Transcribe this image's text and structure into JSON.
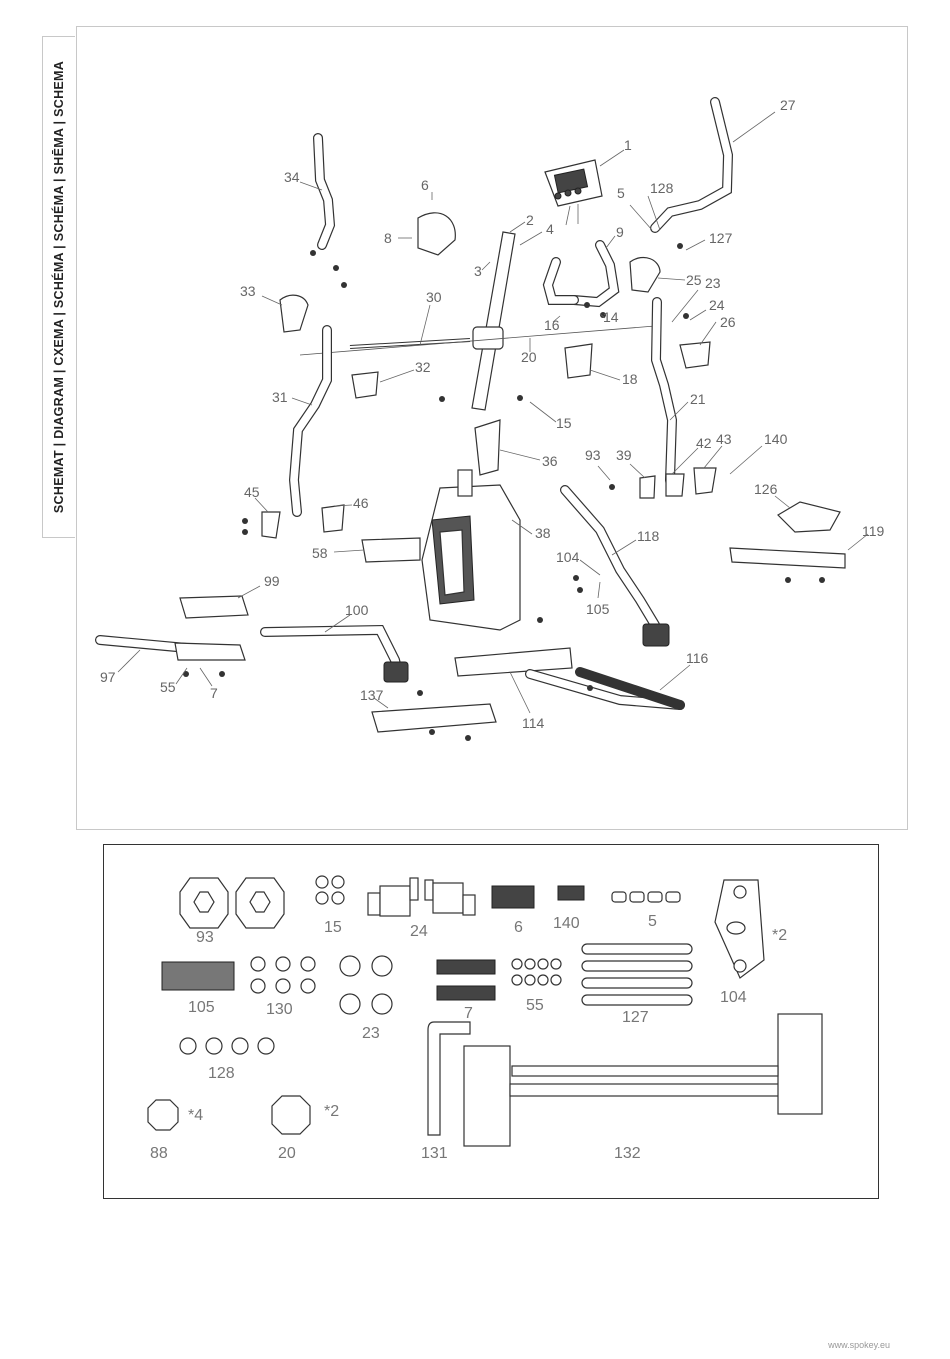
{
  "side_tab": {
    "text": "SCHEMAT | DIAGRAM | CXEMA | SCHÉMA | SCHÉMA | SHĒMA | SCHEMA"
  },
  "diagram": {
    "parts": [
      {
        "id": "1",
        "label": "1"
      },
      {
        "id": "27",
        "label": "27"
      },
      {
        "id": "128",
        "label": "128"
      },
      {
        "id": "5",
        "label": "5"
      },
      {
        "id": "34",
        "label": "34"
      },
      {
        "id": "6",
        "label": "6"
      },
      {
        "id": "8",
        "label": "8"
      },
      {
        "id": "2",
        "label": "2"
      },
      {
        "id": "4",
        "label": "4"
      },
      {
        "id": "9",
        "label": "9"
      },
      {
        "id": "127",
        "label": "127"
      },
      {
        "id": "3",
        "label": "3"
      },
      {
        "id": "25",
        "label": "25"
      },
      {
        "id": "23",
        "label": "23"
      },
      {
        "id": "33",
        "label": "33"
      },
      {
        "id": "30",
        "label": "30"
      },
      {
        "id": "14",
        "label": "14"
      },
      {
        "id": "24",
        "label": "24"
      },
      {
        "id": "16",
        "label": "16"
      },
      {
        "id": "26",
        "label": "26"
      },
      {
        "id": "20",
        "label": "20"
      },
      {
        "id": "32",
        "label": "32"
      },
      {
        "id": "18",
        "label": "18"
      },
      {
        "id": "31",
        "label": "31"
      },
      {
        "id": "21",
        "label": "21"
      },
      {
        "id": "15",
        "label": "15"
      },
      {
        "id": "140",
        "label": "140"
      },
      {
        "id": "36",
        "label": "36"
      },
      {
        "id": "93",
        "label": "93"
      },
      {
        "id": "39",
        "label": "39"
      },
      {
        "id": "42",
        "label": "42"
      },
      {
        "id": "43",
        "label": "43"
      },
      {
        "id": "126",
        "label": "126"
      },
      {
        "id": "45",
        "label": "45"
      },
      {
        "id": "46",
        "label": "46"
      },
      {
        "id": "38",
        "label": "38"
      },
      {
        "id": "119",
        "label": "119"
      },
      {
        "id": "58",
        "label": "58"
      },
      {
        "id": "118",
        "label": "118"
      },
      {
        "id": "104",
        "label": "104"
      },
      {
        "id": "99",
        "label": "99"
      },
      {
        "id": "105",
        "label": "105"
      },
      {
        "id": "100",
        "label": "100"
      },
      {
        "id": "116",
        "label": "116"
      },
      {
        "id": "97",
        "label": "97"
      },
      {
        "id": "55",
        "label": "55"
      },
      {
        "id": "7",
        "label": "7"
      },
      {
        "id": "137",
        "label": "137"
      },
      {
        "id": "114",
        "label": "114"
      }
    ]
  },
  "hardware": {
    "items": [
      {
        "id": "93",
        "label": "93"
      },
      {
        "id": "15",
        "label": "15"
      },
      {
        "id": "24",
        "label": "24"
      },
      {
        "id": "6",
        "label": "6"
      },
      {
        "id": "140",
        "label": "140"
      },
      {
        "id": "5",
        "label": "5"
      },
      {
        "id": "104",
        "label": "104",
        "qty": "*2"
      },
      {
        "id": "105",
        "label": "105"
      },
      {
        "id": "130",
        "label": "130"
      },
      {
        "id": "23",
        "label": "23"
      },
      {
        "id": "7",
        "label": "7"
      },
      {
        "id": "55",
        "label": "55"
      },
      {
        "id": "127",
        "label": "127"
      },
      {
        "id": "128",
        "label": "128"
      },
      {
        "id": "88",
        "label": "88",
        "qty": "*4"
      },
      {
        "id": "20",
        "label": "20",
        "qty": "*2"
      },
      {
        "id": "131",
        "label": "131"
      },
      {
        "id": "132",
        "label": "132"
      }
    ]
  },
  "footer": {
    "url": "www.spokey.eu"
  }
}
